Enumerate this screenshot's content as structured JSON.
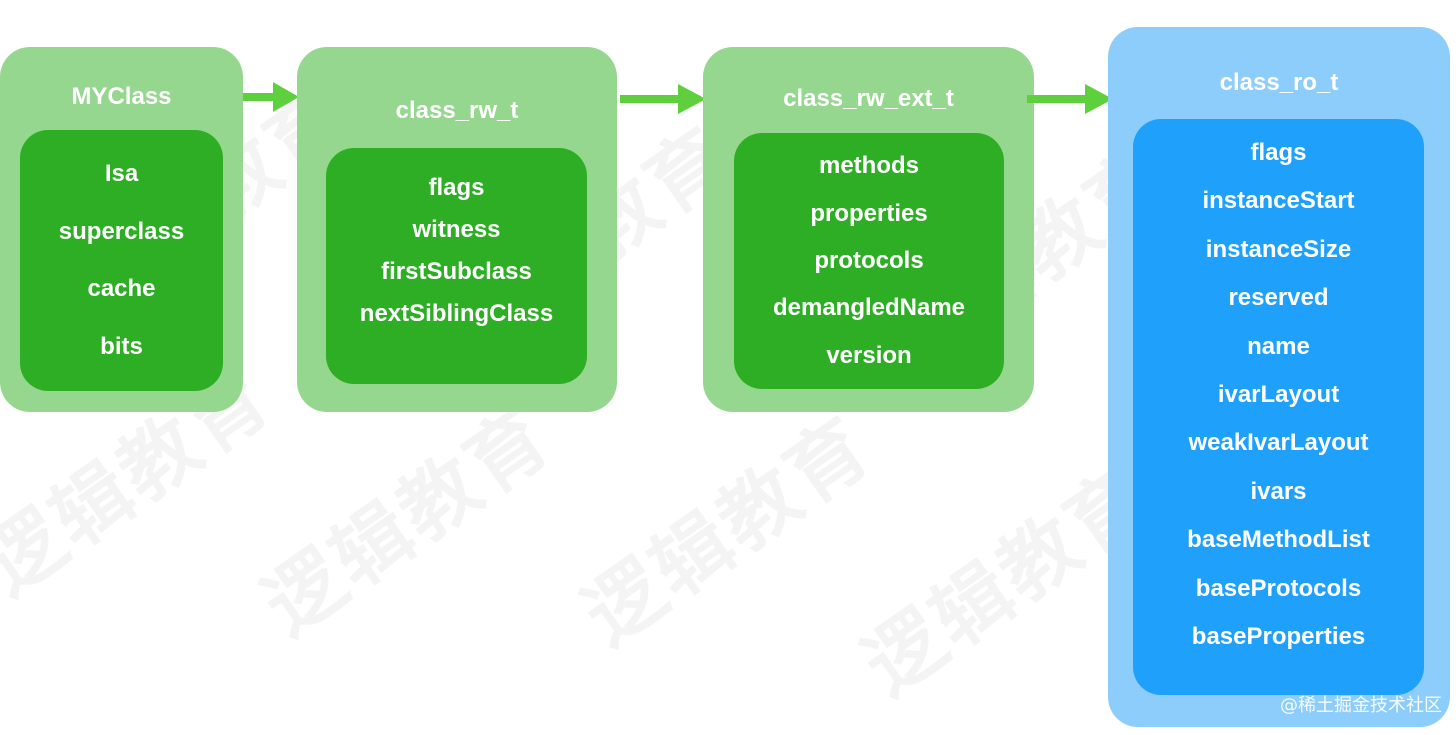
{
  "boxes": {
    "myclass": {
      "title": "MYClass",
      "fields": [
        "Isa",
        "superclass",
        "cache",
        "bits"
      ]
    },
    "class_rw_t": {
      "title": "class_rw_t",
      "fields": [
        "flags",
        "witness",
        "firstSubclass",
        "nextSiblingClass"
      ]
    },
    "class_rw_ext_t": {
      "title": "class_rw_ext_t",
      "fields": [
        "methods",
        "properties",
        "protocols",
        "demangledName",
        "version"
      ]
    },
    "class_ro_t": {
      "title": "class_ro_t",
      "fields": [
        "flags",
        "instanceStart",
        "instanceSize",
        "reserved",
        "name",
        "ivarLayout",
        "weakIvarLayout",
        "ivars",
        "baseMethodList",
        "baseProtocols",
        "baseProperties"
      ]
    }
  },
  "watermark": "逻辑教育",
  "credit": "@稀土掘金技术社区",
  "colors": {
    "outer_green": "#96d78f",
    "inner_green": "#2eae25",
    "outer_blue": "#8dcdfc",
    "inner_blue": "#1fa1fb",
    "arrow": "#5fd03d"
  }
}
